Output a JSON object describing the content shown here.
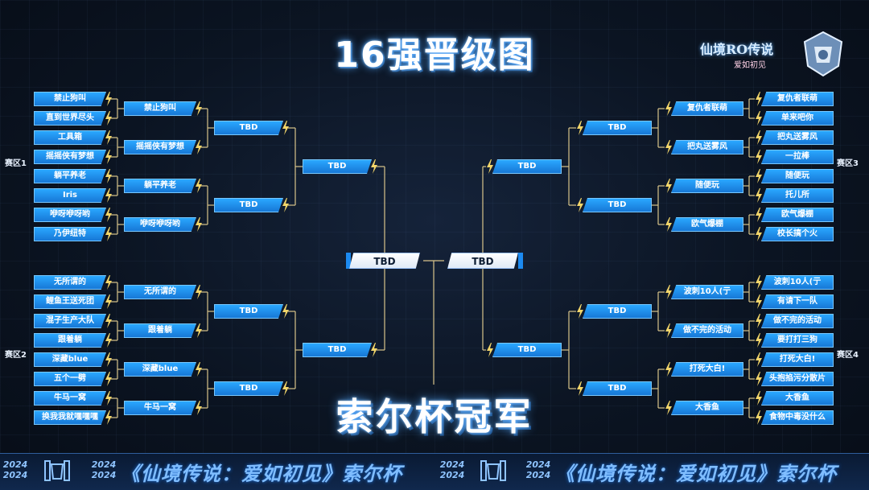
{
  "title": "16强晋级图",
  "champion_title": "索尔杯冠军",
  "logo": {
    "name": "仙境RO传说",
    "tagline": "爱如初见"
  },
  "zones": [
    "赛区1",
    "赛区2",
    "赛区3",
    "赛区4"
  ],
  "final": {
    "left": "TBD",
    "right": "TBD"
  },
  "left": {
    "round16": [
      "禁止狗叫",
      "直到世界尽头",
      "工具箱",
      "摇摇侠有梦想",
      "躺平养老",
      "Iris",
      "咿呀咿呀哟",
      "乃伊纽特",
      "无所谓的",
      "鲤鱼王送死团",
      "混子生产大队",
      "跟着躺",
      "深藏blue",
      "五个一劈",
      "牛马一窝",
      "换我我就嘿嘿嘿"
    ],
    "round8": [
      "禁止狗叫",
      "摇摇侠有梦想",
      "躺平养老",
      "咿呀咿呀哟",
      "无所谓的",
      "跟着躺",
      "深藏blue",
      "牛马一窝"
    ],
    "quarter": [
      "TBD",
      "TBD",
      "TBD",
      "TBD"
    ],
    "semi": [
      "TBD",
      "TBD"
    ]
  },
  "right": {
    "round16": [
      "复仇者联萌",
      "单来吧你",
      "把丸送雾风",
      "一拉棒",
      "随便玩",
      "托儿所",
      "欧气爆棚",
      "校长搞个火",
      "波刺10人(亍",
      "有请下一队",
      "做不完的活动",
      "要打打三狗",
      "打死大白!",
      "头抱掐污分散片",
      "大香鱼",
      "食物中毒没什么"
    ],
    "round8": [
      "复仇者联萌",
      "把丸送雾风",
      "随便玩",
      "欧气爆棚",
      "波刺10人(亍",
      "做不完的活动",
      "打死大白!",
      "大香鱼"
    ],
    "quarter": [
      "TBD",
      "TBD",
      "TBD",
      "TBD"
    ],
    "semi": [
      "TBD",
      "TBD"
    ]
  },
  "footer": {
    "year": "2024",
    "slogan": "《仙境传说：爱如初见》索尔杯"
  },
  "colors": {
    "slot": "#1e8ff0",
    "line": "#d8c48a",
    "accent": "#4fa6ff",
    "final": "#ffffff"
  }
}
